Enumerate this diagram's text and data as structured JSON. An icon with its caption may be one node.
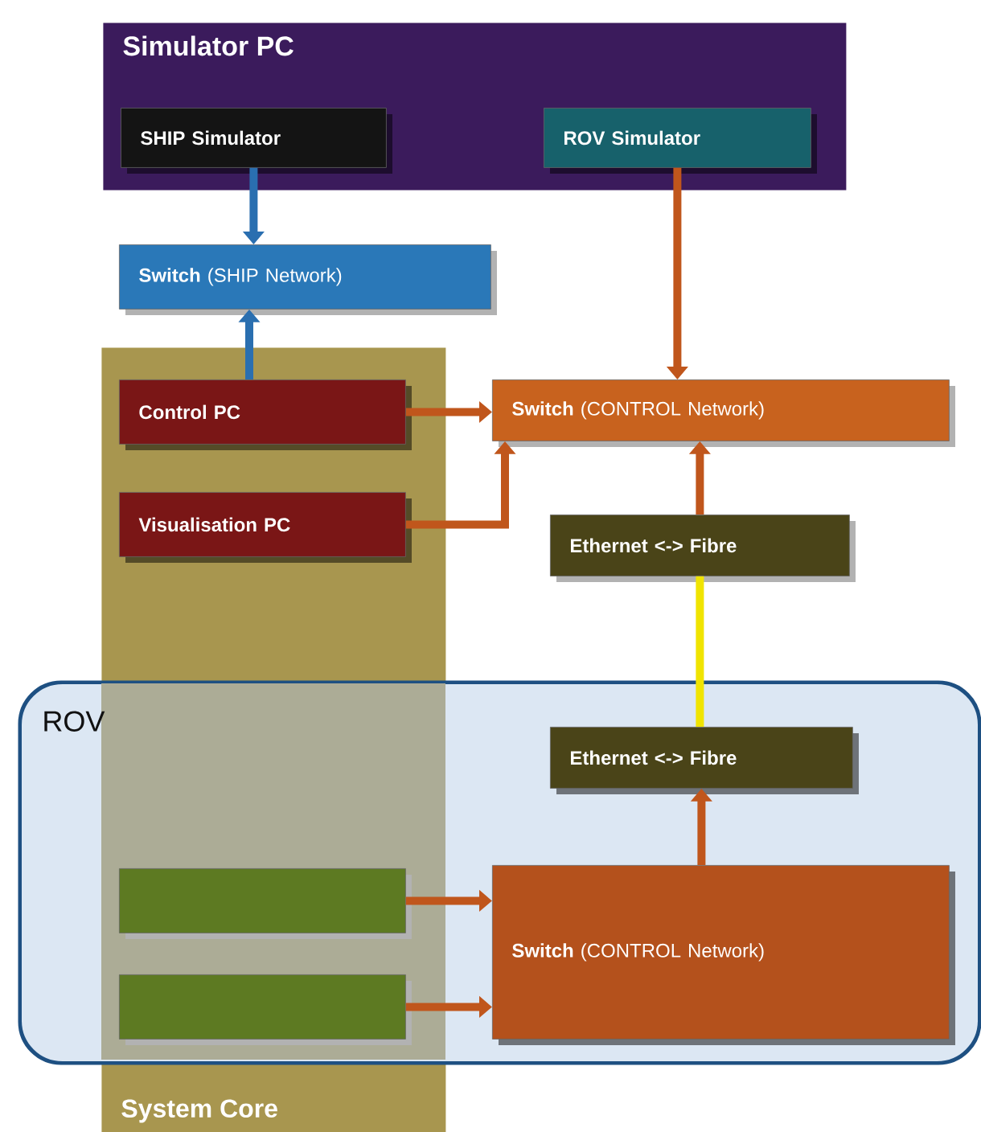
{
  "diagram": {
    "nodes": [
      {
        "text": [
          "Simulator PC"
        ]
      },
      {
        "text": [
          "SHIP Simulator"
        ],
        "in": 0
      },
      {
        "text": [
          "ROV Simulator"
        ],
        "in": 0
      },
      {
        "text": [
          "**Switch** (SHIP Network)"
        ]
      },
      {
        "text": [
          "System Core"
        ]
      },
      {
        "text": [
          "Control PC"
        ],
        "in": 4
      },
      {
        "text": [
          "Visualisation PC"
        ],
        "in": 4
      },
      {
        "text": [
          "**Switch** (CONTROL Network)"
        ]
      },
      {
        "text": [
          "Ethernet <-> Fibre"
        ]
      },
      {
        "text": [
          "ROV"
        ]
      },
      {
        "text": [
          "Ethernet <-> Fibre"
        ],
        "in": 9
      },
      {
        "text": [],
        "shape": "box"
      },
      {
        "text": [],
        "shape": "box"
      },
      {
        "text": [
          "**Switch** (CONTROL Network)"
        ],
        "in": 9
      }
    ],
    "edges": [
      {
        "from": 1,
        "to": 3,
        "arrow": "to",
        "color": "#2a6fb0"
      },
      {
        "from": 5,
        "to": 3,
        "arrow": "to",
        "color": "#2a6fb0"
      },
      {
        "from": 2,
        "to": 7,
        "arrow": "to"
      },
      {
        "from": 5,
        "to": 7,
        "arrow": "to"
      },
      {
        "from": 6,
        "to": 7,
        "arrow": "to"
      },
      {
        "from": 8,
        "to": 7,
        "arrow": "to"
      },
      {
        "from": 8,
        "to": 10,
        "arrow": "none",
        "color": "#f0e400"
      },
      {
        "from": 13,
        "to": 10,
        "arrow": "to"
      },
      {
        "from": 11,
        "to": 13,
        "arrow": "to"
      },
      {
        "from": 12,
        "to": 13,
        "arrow": "to"
      }
    ]
  }
}
